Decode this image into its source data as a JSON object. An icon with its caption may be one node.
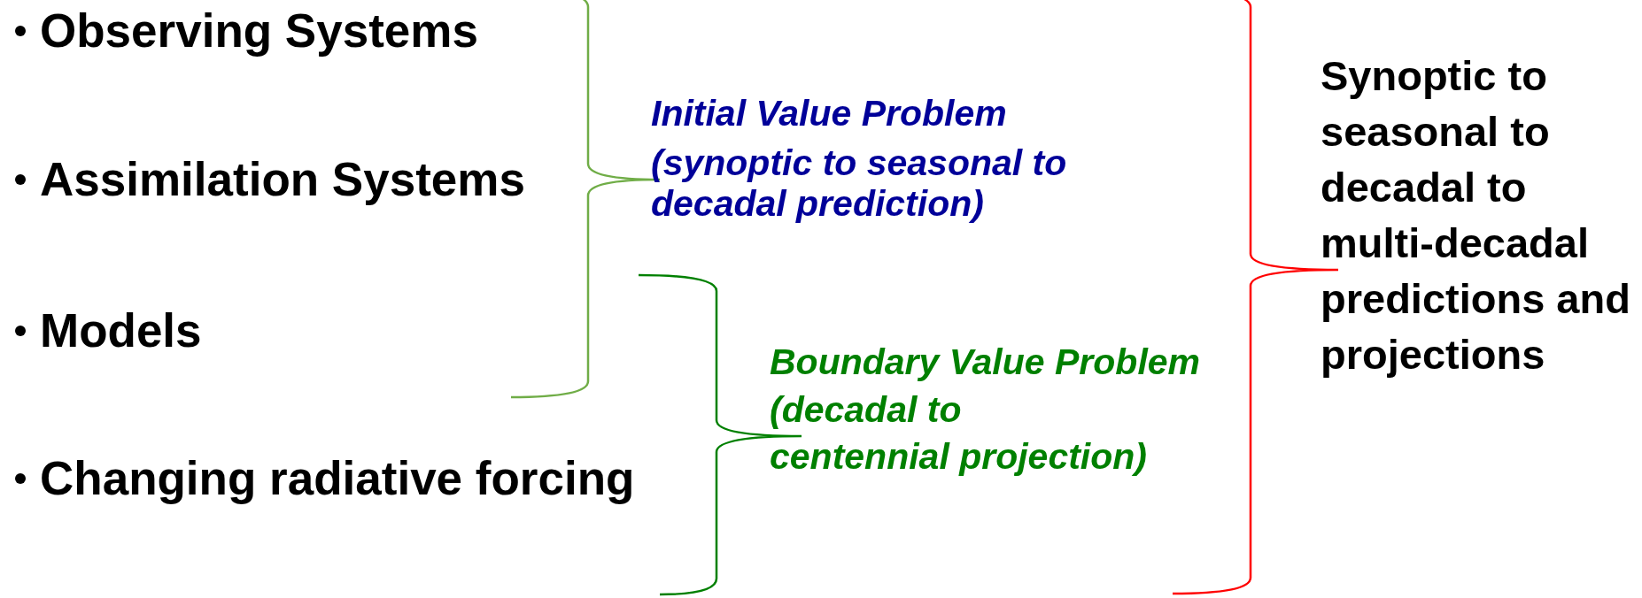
{
  "diagram": {
    "labels": [
      "Observing Systems",
      "Assimilation Systems",
      "Models",
      "Changing radiative forcing",
      "Initial Value Problem",
      "(synoptic to seasonal to decadal prediction)",
      "Boundary Value Problem",
      "(decadal to",
      "centennial projection)",
      "Synoptic to seasonal to decadal to multi-decadal predictions and projections"
    ]
  }
}
